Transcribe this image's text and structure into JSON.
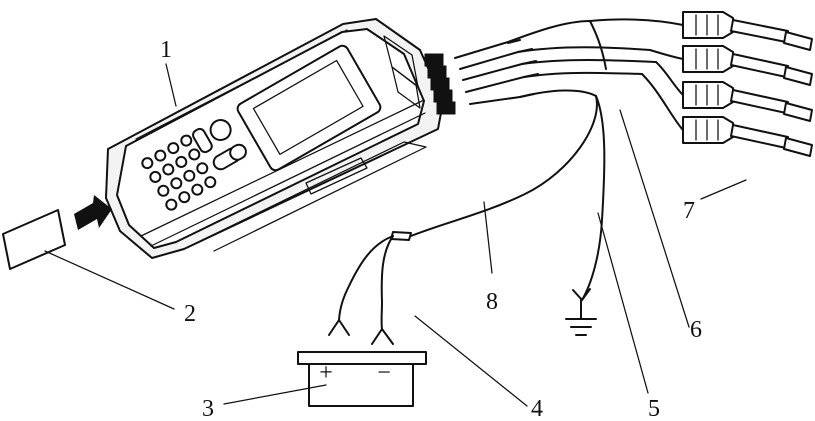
{
  "diagram": {
    "labels": {
      "device": "1",
      "card": "2",
      "battery": "3",
      "battery_leads": "4",
      "ground_lead": "5",
      "probe_leads": "6",
      "probes": "7",
      "main_cable": "8"
    },
    "battery_terminal_marks": {
      "positive": "+",
      "negative": "−"
    }
  }
}
